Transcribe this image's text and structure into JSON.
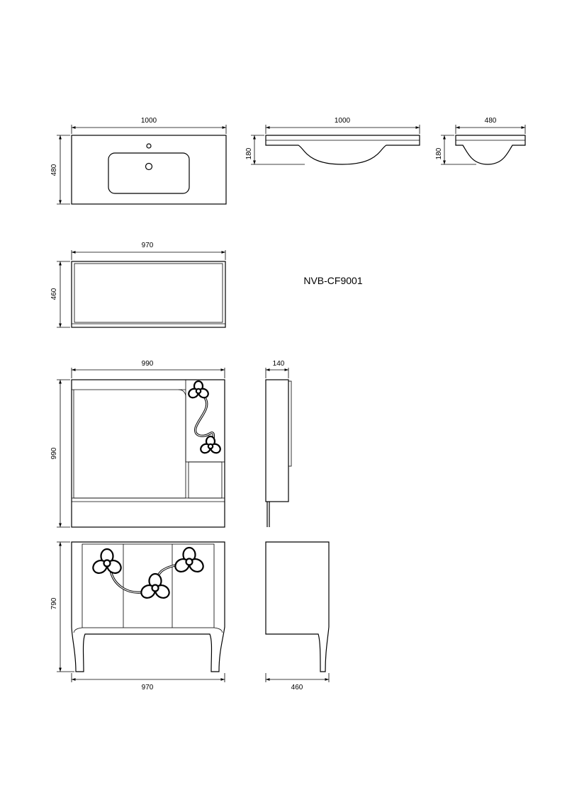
{
  "model": {
    "label": "NVB-CF9001"
  },
  "dimensions": {
    "basin_top_width": "1000",
    "basin_top_depth": "480",
    "basin_front_width": "1000",
    "basin_front_height": "180",
    "basin_side_width": "480",
    "basin_side_height": "180",
    "cabinet_top_width": "970",
    "cabinet_top_depth": "460",
    "mirror_width": "990",
    "mirror_height": "990",
    "mirror_side_depth": "140",
    "cabinet_front_height": "790",
    "cabinet_front_width": "970",
    "cabinet_side_depth": "460"
  },
  "colors": {
    "line": "#000000",
    "background": "#ffffff"
  }
}
